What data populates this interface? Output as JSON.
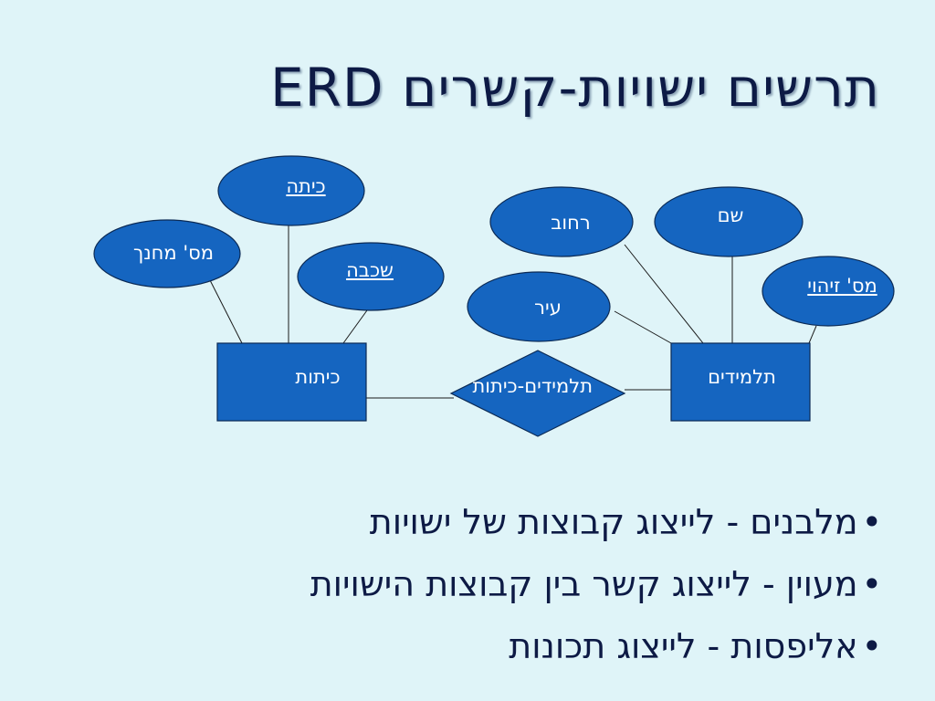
{
  "title": "תרשים ישויות-קשרים  ERD",
  "entities": [
    {
      "id": "classes",
      "label": "כיתות"
    },
    {
      "id": "students",
      "label": "תלמידים"
    }
  ],
  "relationships": [
    {
      "id": "students-classes",
      "label": "תלמידים-כיתות"
    }
  ],
  "attributes": [
    {
      "id": "class",
      "label": "כיתה",
      "key": true
    },
    {
      "id": "teacher-number",
      "label": "מס' מחנך",
      "key": false
    },
    {
      "id": "grade-level",
      "label": "שכבה",
      "key": true
    },
    {
      "id": "street",
      "label": "רחוב",
      "key": false
    },
    {
      "id": "name",
      "label": "שם",
      "key": false
    },
    {
      "id": "city",
      "label": "עיר",
      "key": false
    },
    {
      "id": "id-number",
      "label": "מס' זיהוי",
      "key": true
    }
  ],
  "bullets": [
    "מלבנים - לייצוג קבוצות של ישויות",
    "מעוין - לייצוג קשר בין קבוצות הישויות",
    "אליפסות - לייצוג תכונות"
  ],
  "colors": {
    "shape_fill": "#1565c0",
    "background": "#dff4f8",
    "text": "#0d1a45"
  }
}
